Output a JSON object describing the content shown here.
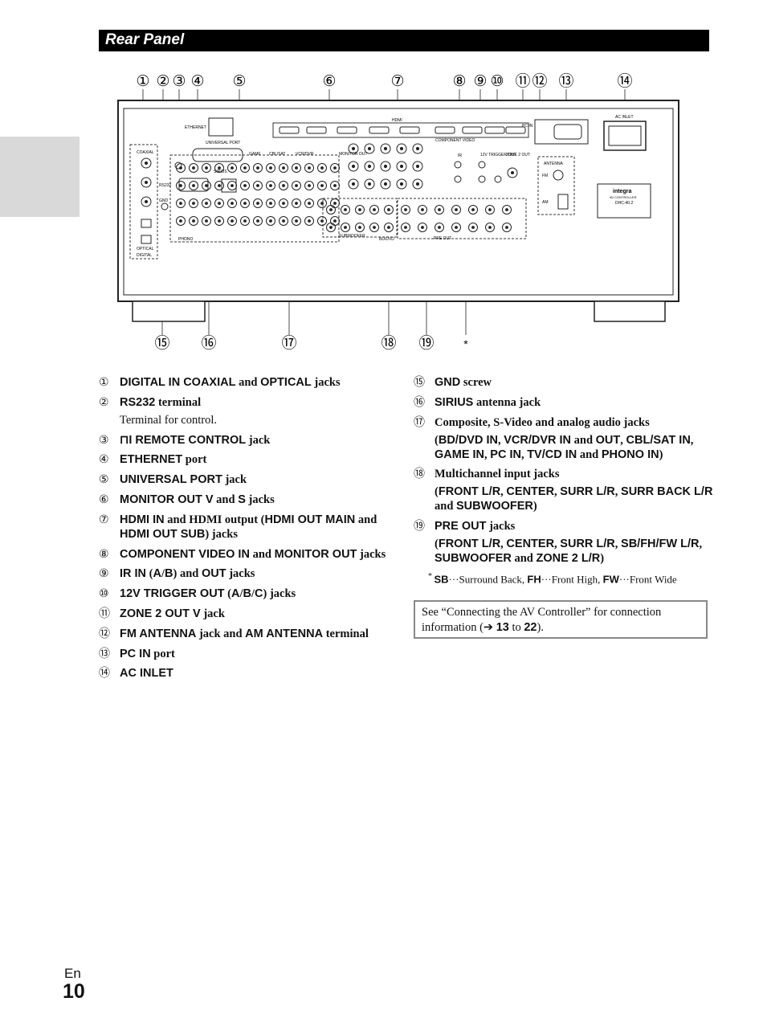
{
  "header": {
    "title": "Rear Panel"
  },
  "diagram": {
    "top_callouts": [
      "①",
      "②",
      "③",
      "④",
      "⑤",
      "⑥",
      "⑦",
      "⑧",
      "⑨",
      "⑩",
      "⑪",
      "⑫",
      "⑬",
      "⑭"
    ],
    "bottom_callouts": [
      "⑮",
      "⑯",
      "⑰",
      "⑱",
      "⑲",
      "*"
    ],
    "labels": {
      "ethernet": "ETHERNET",
      "universal_port": "UNIVERSAL PORT",
      "sirius": "SIRIUS",
      "hdmi": "HDMI",
      "component_video": "COMPONENT VIDEO",
      "monitor_out": "MONITOR OUT",
      "trigger_out": "12V TRIGGER OUT",
      "zone2": "ZONE 2 OUT",
      "antenna": "ANTENNA",
      "pc_in": "PC IN",
      "ac_inlet": "AC INLET",
      "brand": "integra",
      "model_type": "AV CONTROLLER",
      "model": "DHC-40.2",
      "coaxial": "COAXIAL",
      "optical": "OPTICAL",
      "digital": "DIGITAL",
      "rs232": "RS232",
      "gnd": "GND",
      "phono": "PHONO",
      "pre_out": "PRE OUT",
      "subwoofer": "SUBWOOFER",
      "bd_dvd": "BD/DVD",
      "game": "GAME",
      "cbl_sat": "CBL/SAT",
      "vcr_dvr": "VCR/DVR",
      "tv_cd": "TV/CD",
      "pc": "PC",
      "front": "FRONT",
      "center": "CENTER",
      "surr": "SURR",
      "surr_back": "SURR BACK",
      "fm": "FM",
      "am": "AM",
      "ir": "IR"
    }
  },
  "left_items": [
    {
      "num": "①",
      "parts": [
        [
          "DIGITAL IN COAXIAL",
          "s"
        ],
        [
          " and ",
          "b"
        ],
        [
          "OPTICAL",
          "s"
        ],
        [
          " jacks",
          "b"
        ]
      ]
    },
    {
      "num": "②",
      "parts": [
        [
          "RS232",
          "s"
        ],
        [
          " terminal",
          "b"
        ]
      ],
      "desc": "Terminal for control."
    },
    {
      "num": "③",
      "parts": [
        [
          "⊓I REMOTE CONTROL",
          "s"
        ],
        [
          " jack",
          "b"
        ]
      ]
    },
    {
      "num": "④",
      "parts": [
        [
          "ETHERNET",
          "s"
        ],
        [
          " port",
          "b"
        ]
      ]
    },
    {
      "num": "⑤",
      "parts": [
        [
          "UNIVERSAL PORT",
          "s"
        ],
        [
          " jack",
          "b"
        ]
      ]
    },
    {
      "num": "⑥",
      "parts": [
        [
          "MONITOR OUT V",
          "s"
        ],
        [
          " and ",
          "b"
        ],
        [
          "S",
          "s"
        ],
        [
          " jacks",
          "b"
        ]
      ]
    },
    {
      "num": "⑦",
      "parts": [
        [
          "HDMI IN",
          "s"
        ],
        [
          " and HDMI output (",
          "b"
        ],
        [
          "HDMI OUT MAIN",
          "s"
        ],
        [
          " and ",
          "b"
        ],
        [
          "HDMI OUT SUB",
          "s"
        ],
        [
          ") jacks",
          "b"
        ]
      ]
    },
    {
      "num": "⑧",
      "parts": [
        [
          "COMPONENT VIDEO IN",
          "s"
        ],
        [
          " and ",
          "b"
        ],
        [
          "MONITOR OUT",
          "s"
        ],
        [
          " jacks",
          "b"
        ]
      ]
    },
    {
      "num": "⑨",
      "parts": [
        [
          "IR IN",
          "s"
        ],
        [
          " (",
          "b"
        ],
        [
          "A",
          "s"
        ],
        [
          "/",
          "b"
        ],
        [
          "B",
          "s"
        ],
        [
          ") and ",
          "b"
        ],
        [
          "OUT",
          "s"
        ],
        [
          " jacks",
          "b"
        ]
      ]
    },
    {
      "num": "⑩",
      "parts": [
        [
          "12V TRIGGER OUT",
          "s"
        ],
        [
          " (",
          "b"
        ],
        [
          "A",
          "s"
        ],
        [
          "/",
          "b"
        ],
        [
          "B",
          "s"
        ],
        [
          "/",
          "b"
        ],
        [
          "C",
          "s"
        ],
        [
          ") jacks",
          "b"
        ]
      ]
    },
    {
      "num": "⑪",
      "parts": [
        [
          "ZONE 2 OUT V",
          "s"
        ],
        [
          " jack",
          "b"
        ]
      ]
    },
    {
      "num": "⑫",
      "parts": [
        [
          "FM ANTENNA",
          "s"
        ],
        [
          " jack and ",
          "b"
        ],
        [
          "AM ANTENNA",
          "s"
        ],
        [
          " terminal",
          "b"
        ]
      ]
    },
    {
      "num": "⑬",
      "parts": [
        [
          "PC IN",
          "s"
        ],
        [
          " port",
          "b"
        ]
      ]
    },
    {
      "num": "⑭",
      "parts": [
        [
          "AC INLET",
          "s"
        ]
      ]
    }
  ],
  "right_items": [
    {
      "num": "⑮",
      "parts": [
        [
          "GND",
          "s"
        ],
        [
          " screw",
          "b"
        ]
      ]
    },
    {
      "num": "⑯",
      "parts": [
        [
          "SIRIUS",
          "s"
        ],
        [
          " antenna jack",
          "b"
        ]
      ]
    },
    {
      "num": "⑰",
      "parts": [
        [
          "Composite, S-Video and analog audio jacks",
          "b"
        ]
      ],
      "sub": [
        [
          "(",
          "b"
        ],
        [
          "BD/DVD IN",
          "s"
        ],
        [
          ", ",
          "b"
        ],
        [
          "VCR/DVR IN",
          "s"
        ],
        [
          " and ",
          "b"
        ],
        [
          "OUT",
          "s"
        ],
        [
          ", ",
          "b"
        ],
        [
          "CBL/SAT IN",
          "s"
        ],
        [
          ", ",
          "b"
        ],
        [
          "GAME IN",
          "s"
        ],
        [
          ", ",
          "b"
        ],
        [
          "PC IN",
          "s"
        ],
        [
          ", ",
          "b"
        ],
        [
          "TV/CD IN",
          "s"
        ],
        [
          " and ",
          "b"
        ],
        [
          "PHONO IN",
          "s"
        ],
        [
          ")",
          "b"
        ]
      ]
    },
    {
      "num": "⑱",
      "parts": [
        [
          "Multichannel input jacks",
          "b"
        ]
      ],
      "sub": [
        [
          "(",
          "b"
        ],
        [
          "FRONT L/R",
          "s"
        ],
        [
          ", ",
          "b"
        ],
        [
          "CENTER",
          "s"
        ],
        [
          ", ",
          "b"
        ],
        [
          "SURR L/R",
          "s"
        ],
        [
          ", ",
          "b"
        ],
        [
          "SURR BACK L/R",
          "s"
        ],
        [
          " and ",
          "b"
        ],
        [
          "SUBWOOFER",
          "s"
        ],
        [
          ")",
          "b"
        ]
      ]
    },
    {
      "num": "⑲",
      "parts": [
        [
          "PRE OUT",
          "s"
        ],
        [
          " jacks",
          "b"
        ]
      ],
      "sub": [
        [
          "(",
          "b"
        ],
        [
          "FRONT L/R",
          "s"
        ],
        [
          ", ",
          "b"
        ],
        [
          "CENTER",
          "s"
        ],
        [
          ", ",
          "b"
        ],
        [
          "SURR L/R",
          "s"
        ],
        [
          ", ",
          "b"
        ],
        [
          "SB/FH/FW L/R",
          "s"
        ],
        [
          ", ",
          "b"
        ],
        [
          "SUBWOOFER",
          "s"
        ],
        [
          " and ",
          "b"
        ],
        [
          "ZONE 2 L/R",
          "s"
        ],
        [
          ")",
          "b"
        ]
      ]
    }
  ],
  "footnote": {
    "mark": "*",
    "parts": [
      [
        "SB",
        "s"
      ],
      [
        "···Surround Back, ",
        "r"
      ],
      [
        "FH",
        "s"
      ],
      [
        "···Front High, ",
        "r"
      ],
      [
        "FW",
        "s"
      ],
      [
        "···Front Wide",
        "r"
      ]
    ]
  },
  "reference": {
    "parts": [
      [
        "See “Connecting the AV Controller” for connection information (➔ ",
        "r"
      ],
      [
        "13",
        "s"
      ],
      [
        " to ",
        "r"
      ],
      [
        "22",
        "s"
      ],
      [
        ").",
        "r"
      ]
    ]
  },
  "footer": {
    "lang": "En",
    "page": "10"
  }
}
